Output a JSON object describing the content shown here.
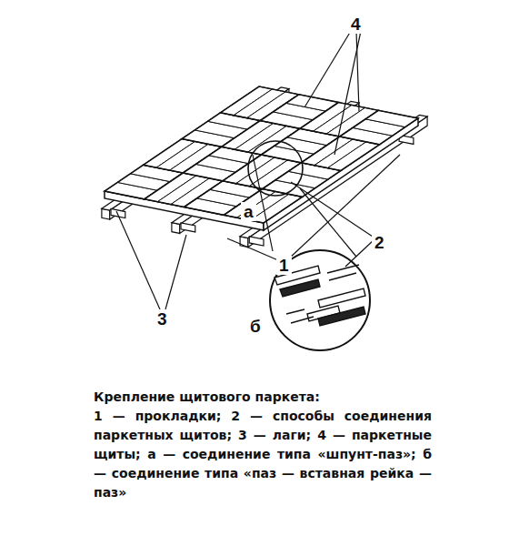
{
  "diagram": {
    "title": "Крепление щитового паркета:",
    "caption": "1 — прокладки; 2 — способы соединения паркетных щитов; 3 — лаги; 4 — паркетные щиты; а — соединение типа «шпунт-паз»; б — соединение типа «паз — вставная рейка — паз»",
    "labels": [
      "4",
      "а",
      "2",
      "1",
      "3",
      "б"
    ]
  }
}
